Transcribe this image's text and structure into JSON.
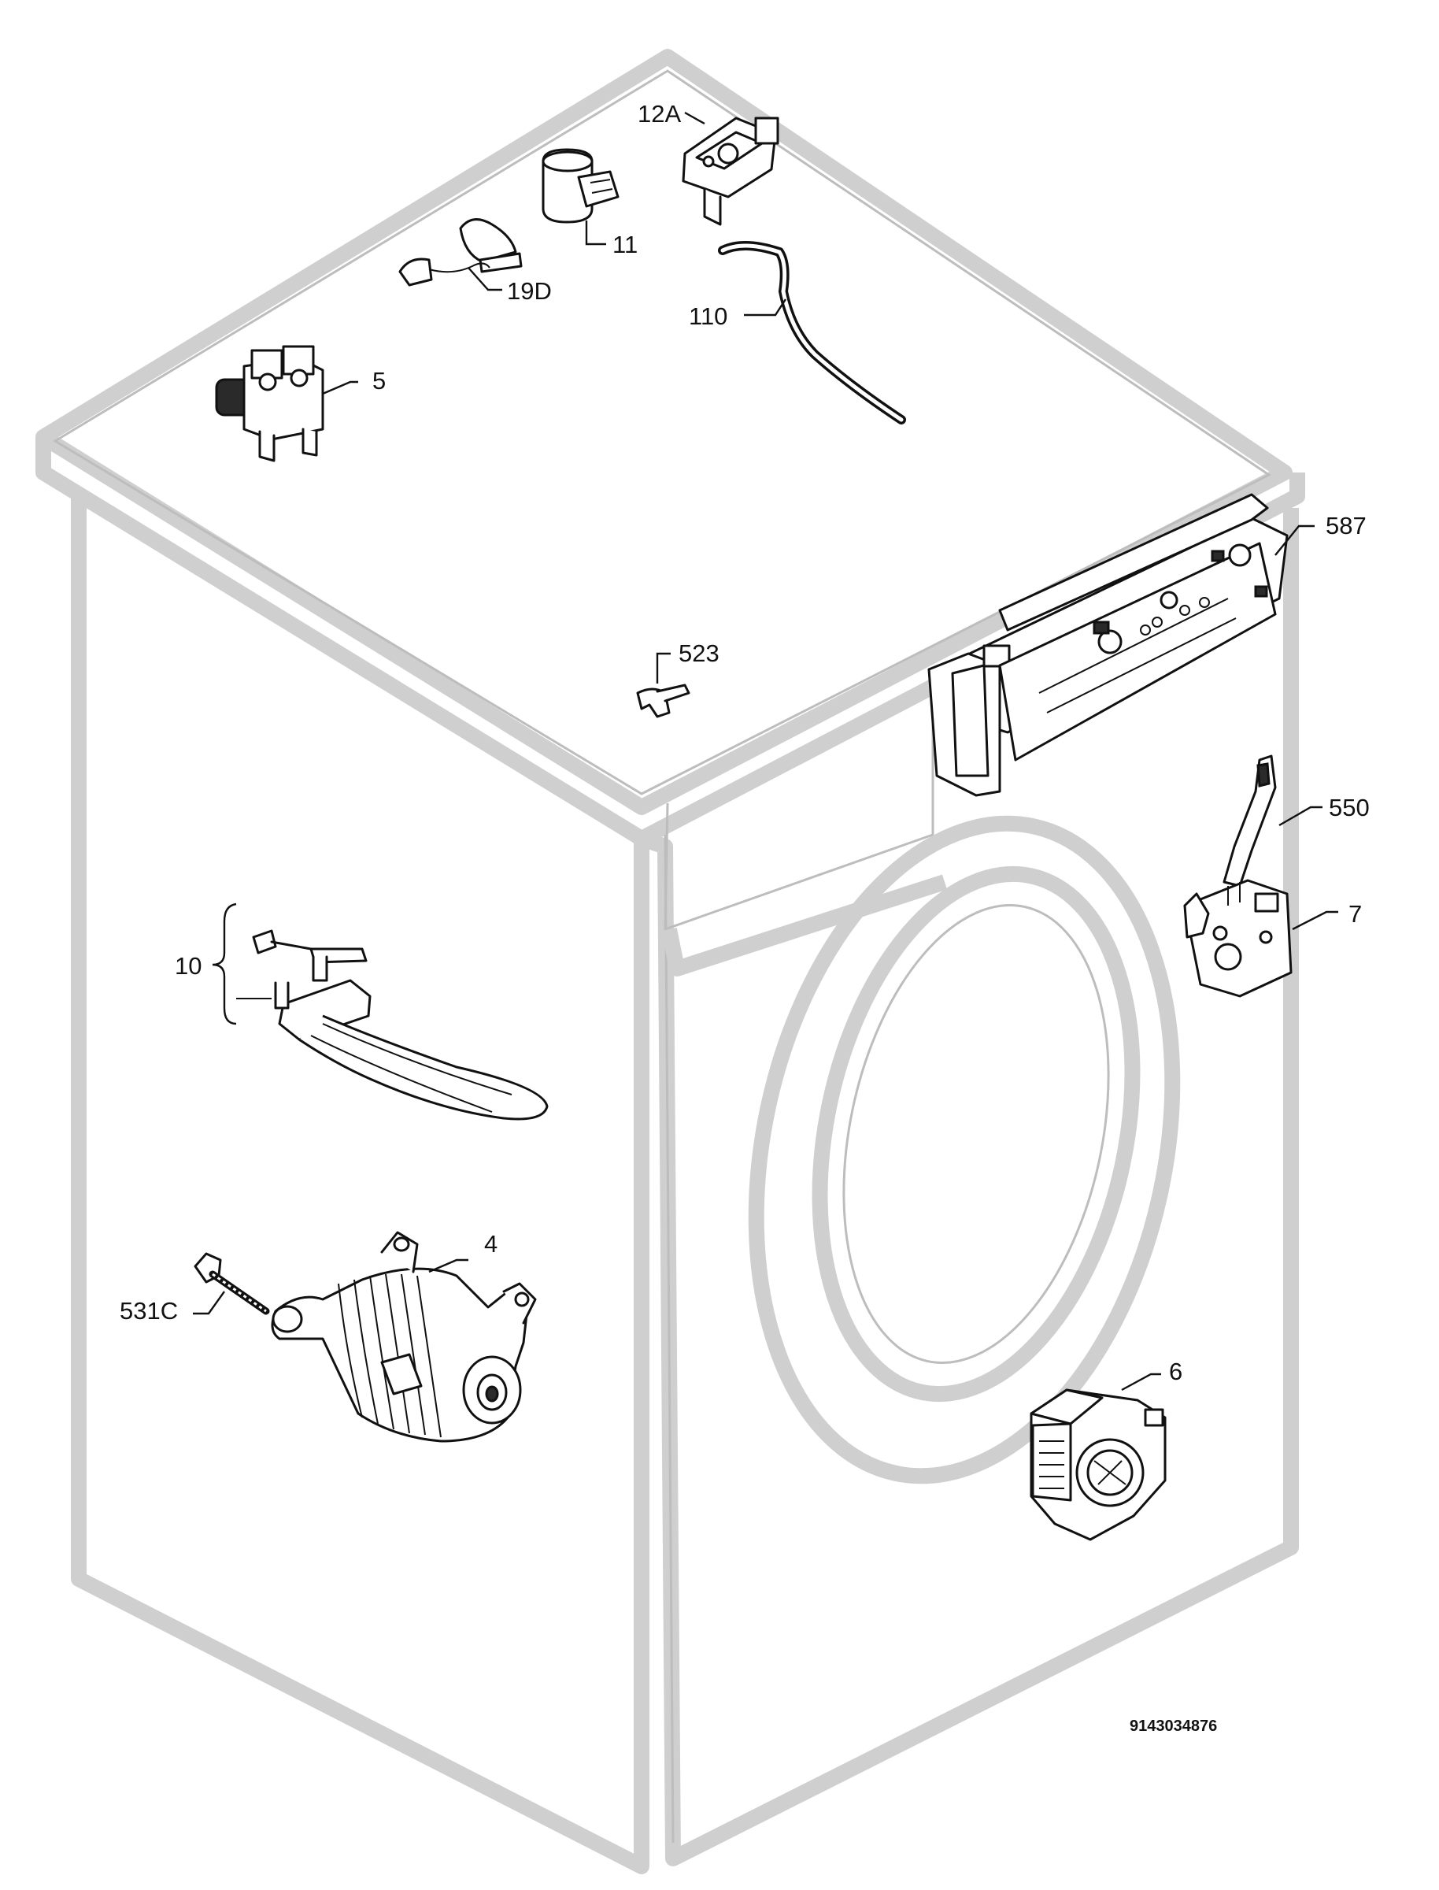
{
  "callouts": {
    "c12A": "12A",
    "c11": "11",
    "c19D": "19D",
    "c110": "110",
    "c5": "5",
    "c587": "587",
    "c523": "523",
    "c550": "550",
    "c7": "7",
    "c10": "10",
    "c4": "4",
    "c531C": "531C",
    "c6": "6"
  },
  "document_number": "9143034876",
  "colors": {
    "outline": "#111111",
    "hatch": "#bdbdbd",
    "background": "#ffffff"
  }
}
